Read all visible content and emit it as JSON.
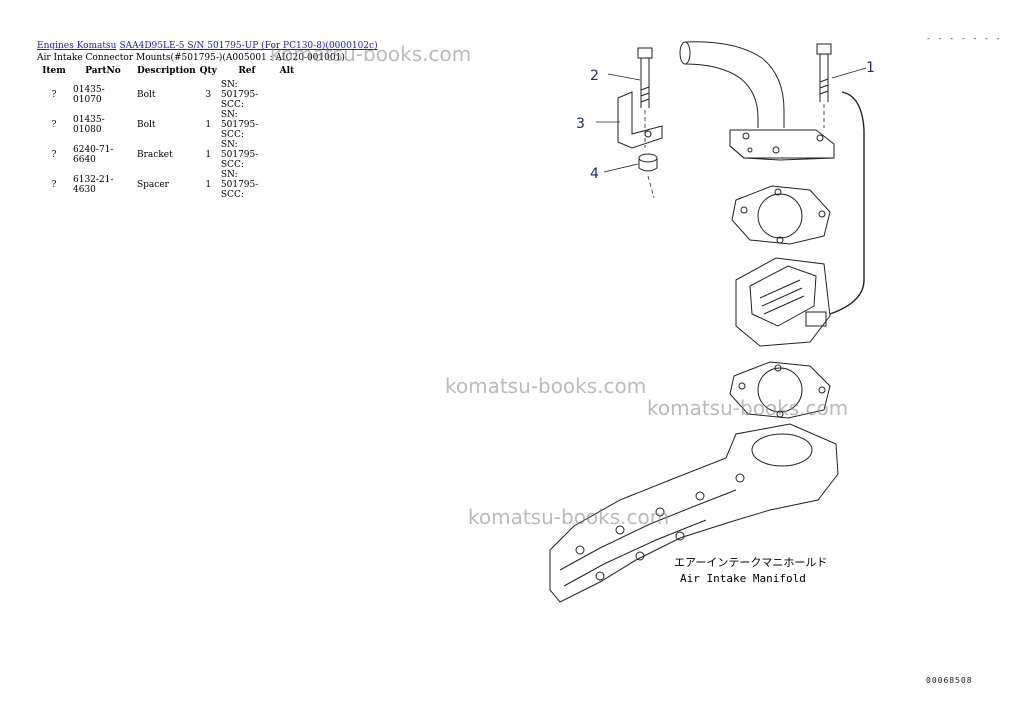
{
  "breadcrumb": {
    "item1": "Engines Komatsu",
    "item2": "SAA4D95LE-5 S/N 501795-UP (For PC130-8)(0000102c)"
  },
  "subtitle": "Air Intake Connector Mounts(#501795-)(A005001 : AIC20-001001)",
  "table": {
    "headers": {
      "item": "Item",
      "partno": "PartNo",
      "desc": "Description",
      "qty": "Qty",
      "ref": "Ref",
      "alt": "Alt"
    },
    "rows": [
      {
        "item": "?",
        "partno": "01435-01070",
        "desc": "Bolt",
        "qty": "3",
        "ref_line1": "SN: 501795-",
        "ref_line2": "SCC:"
      },
      {
        "item": "?",
        "partno": "01435-01080",
        "desc": "Bolt",
        "qty": "1",
        "ref_line1": "SN: 501795-",
        "ref_line2": "SCC:"
      },
      {
        "item": "?",
        "partno": "6240-71-6640",
        "desc": "Bracket",
        "qty": "1",
        "ref_line1": "SN: 501795-",
        "ref_line2": "SCC:"
      },
      {
        "item": "?",
        "partno": "6132-21-4630",
        "desc": "Spacer",
        "qty": "1",
        "ref_line1": "SN: 501795-",
        "ref_line2": "SCC:"
      }
    ]
  },
  "watermark": "komatsu-books.com",
  "diagram": {
    "callouts": {
      "c1": "1",
      "c2": "2",
      "c3": "3",
      "c4": "4"
    },
    "label_jp": "エアーインテークマニホールド",
    "label_en": "Air Intake Manifold"
  },
  "corner_top": "- - - - - - -",
  "corner_bottom": "00068508"
}
